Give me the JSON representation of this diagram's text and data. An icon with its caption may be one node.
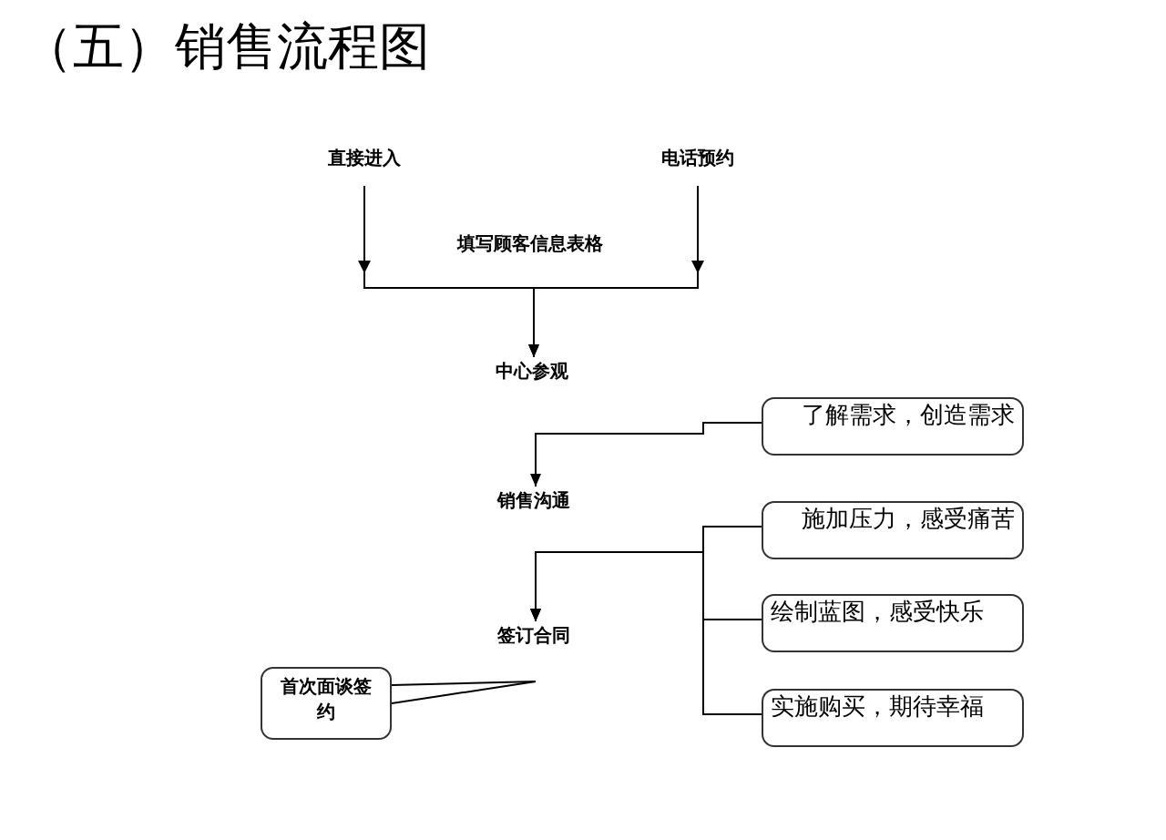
{
  "diagram": {
    "title": "（五）销售流程图",
    "nodes": [
      {
        "text": [
          "直接进入"
        ]
      },
      {
        "text": [
          "电话预约"
        ]
      },
      {
        "text": [
          "中心参观"
        ]
      },
      {
        "text": [
          "销售沟通"
        ]
      },
      {
        "text": [
          "签订合同"
        ]
      },
      {
        "text": [
          "首次面谈签约"
        ]
      },
      {
        "text": [
          "了解需求，创造需求"
        ]
      },
      {
        "text": [
          "施加压力，感受痛苦"
        ]
      },
      {
        "text": [
          "绘制蓝图，感受快乐"
        ]
      },
      {
        "text": [
          "实施购买，期待幸福"
        ]
      }
    ],
    "edges": [
      {
        "from": 0,
        "to": 2,
        "arrow": "to"
      },
      {
        "from": 1,
        "to": 2,
        "arrow": "to"
      },
      {
        "from": 6,
        "to": 3,
        "arrow": "to"
      },
      {
        "from": 7,
        "to": 4,
        "arrow": "to"
      },
      {
        "from": 8,
        "to": 4,
        "arrow": "to"
      },
      {
        "from": 9,
        "to": 4,
        "arrow": "to"
      },
      {
        "from": 5,
        "to": 4,
        "arrow": "none"
      }
    ],
    "labels": [
      "填写顾客信息表格"
    ]
  }
}
